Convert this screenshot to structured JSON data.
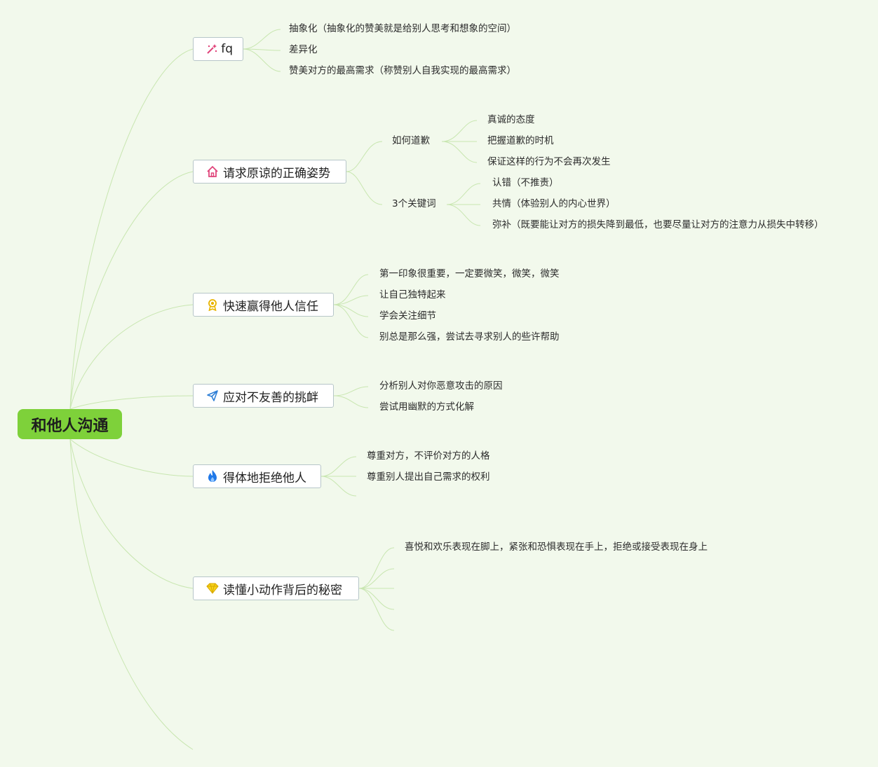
{
  "root": {
    "label": "和他人沟通"
  },
  "branches": [
    {
      "label": "fq",
      "icon": "magic-wand-icon",
      "items": [
        "抽象化（抽象化的赞美就是给别人思考和想象的空间）",
        "差异化",
        "赞美对方的最高需求（称赞别人自我实现的最高需求）"
      ]
    },
    {
      "label": "请求原谅的正确姿势",
      "icon": "house-icon",
      "groups": [
        {
          "label": "如何道歉",
          "items": [
            "真诚的态度",
            "把握道歉的时机",
            "保证这样的行为不会再次发生"
          ]
        },
        {
          "label": "3个关键词",
          "items": [
            "认错（不推责）",
            "共情（体验别人的内心世界）",
            "弥补（既要能让对方的损失降到最低，也要尽量让对方的注意力从损失中转移）"
          ]
        }
      ]
    },
    {
      "label": "快速赢得他人信任",
      "icon": "award-icon",
      "items": [
        "第一印象很重要，一定要微笑，微笑，微笑",
        "让自己独特起来",
        "学会关注细节",
        "别总是那么强，尝试去寻求别人的些许帮助"
      ]
    },
    {
      "label": "应对不友善的挑衅",
      "icon": "paper-plane-icon",
      "items": [
        "分析别人对你恶意攻击的原因",
        "尝试用幽默的方式化解"
      ]
    },
    {
      "label": "得体地拒绝他人",
      "icon": "flame-icon",
      "items": [
        "尊重对方，不评价对方的人格",
        "尊重别人提出自己需求的权利"
      ]
    },
    {
      "label": "读懂小动作背后的秘密",
      "icon": "diamond-icon",
      "items": [
        "喜悦和欢乐表现在脚上，紧张和恐惧表现在手上，拒绝或接受表现在身上"
      ]
    }
  ],
  "colors": {
    "background": "#f2f9ec",
    "root": "#7ed13a",
    "connector": "#c8e6b0",
    "node_border": "#b7c6c9"
  }
}
